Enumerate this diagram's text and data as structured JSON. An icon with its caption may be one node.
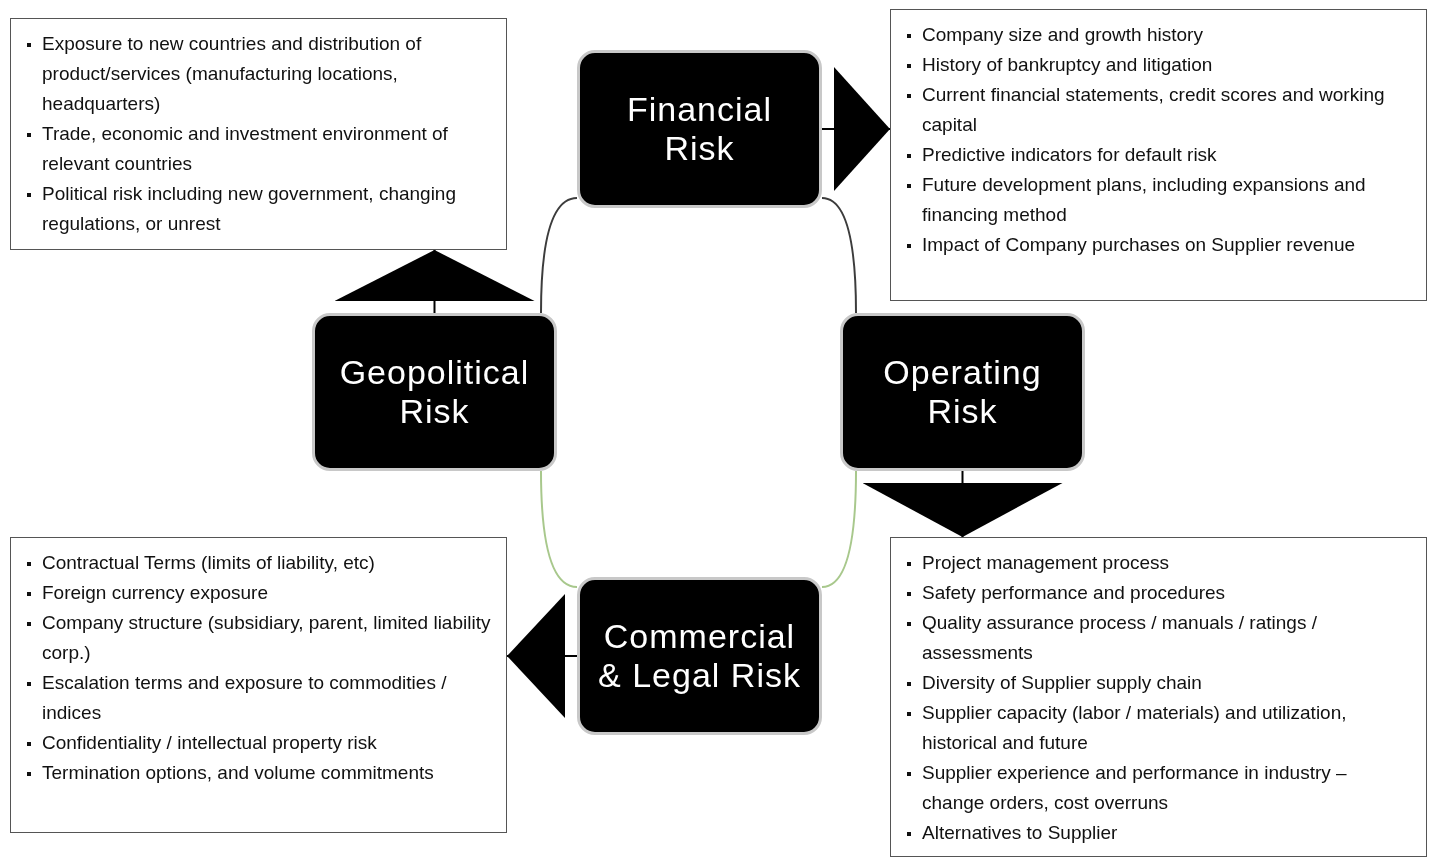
{
  "diagram": {
    "nodes": [
      {
        "text": [
          "Exposure to new countries and distribution of product/services (manufacturing locations, headquarters)",
          "Trade, economic and investment environment of relevant countries",
          "Political risk including new government, changing regulations, or unrest"
        ]
      },
      {
        "text": [
          "Financial Risk"
        ]
      },
      {
        "text": [
          "Company size and growth history",
          "History of bankruptcy and litigation",
          "Current financial statements, credit scores and working capital",
          "Predictive indicators for default risk",
          "Future development plans, including expansions and financing method",
          "Impact of Company purchases on Supplier revenue"
        ]
      },
      {
        "text": [
          "Geopolitical Risk"
        ]
      },
      {
        "text": [
          "Operating Risk"
        ]
      },
      {
        "text": [
          "Contractual Terms (limits of liability, etc)",
          "Foreign currency exposure",
          "Company structure (subsidiary, parent, limited liability corp.)",
          "Escalation terms and exposure to commodities / indices",
          "Confidentiality / intellectual property risk",
          "Termination options, and volume commitments"
        ]
      },
      {
        "text": [
          "Commercial & Legal Risk"
        ]
      },
      {
        "text": [
          "Project management process",
          "Safety performance and procedures",
          "Quality assurance process / manuals / ratings / assessments",
          "Diversity of Supplier supply chain",
          "Supplier capacity (labor / materials) and utilization, historical and future",
          "Supplier experience and performance in industry – change orders, cost overruns",
          "Alternatives to Supplier"
        ]
      }
    ],
    "edges": [
      {
        "from": 1,
        "to": 2,
        "arrow": "to"
      },
      {
        "from": 4,
        "to": 7,
        "arrow": "to"
      },
      {
        "from": 6,
        "to": 5,
        "arrow": "to"
      },
      {
        "from": 3,
        "to": 0,
        "arrow": "to"
      },
      {
        "from": 1,
        "to": 4,
        "arrow": "none"
      },
      {
        "from": 4,
        "to": 6,
        "arrow": "none",
        "color": "#a8c88c"
      },
      {
        "from": 6,
        "to": 3,
        "arrow": "none",
        "color": "#a8c88c"
      },
      {
        "from": 3,
        "to": 1,
        "arrow": "none"
      }
    ]
  }
}
